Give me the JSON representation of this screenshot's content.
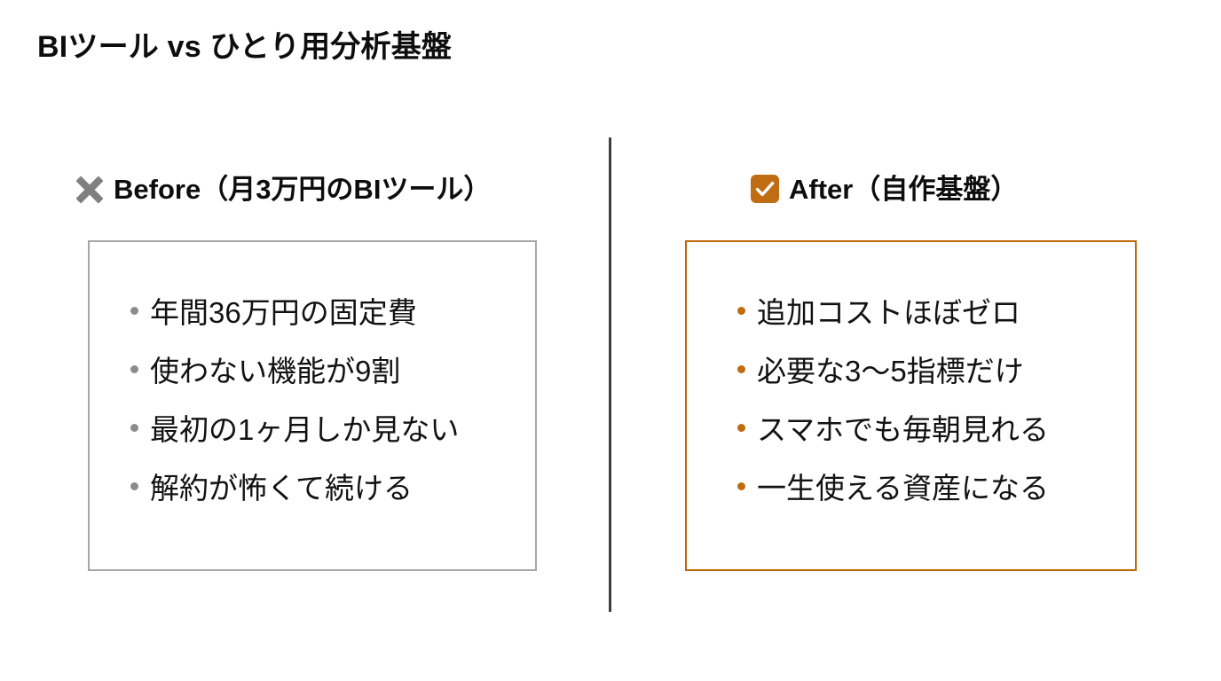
{
  "slide": {
    "title": "BIツール vs ひとり用分析基盤",
    "background_color": "#ffffff",
    "divider_color": "#3f3f3f"
  },
  "columns": {
    "before": {
      "icon": "x-mark-icon",
      "icon_color": "#808080",
      "heading": "Before（月3万円のBIツール）",
      "box_border_color": "#a6a6a6",
      "bullet_color": "#8c8c8c",
      "items": [
        "年間36万円の固定費",
        "使わない機能が9割",
        "最初の1ヶ月しか見ない",
        "解約が怖くて続ける"
      ]
    },
    "after": {
      "icon": "checkbox-checked-icon",
      "icon_color": "#c06c12",
      "heading": "After（自作基盤）",
      "box_border_color": "#c0650b",
      "bullet_color": "#c06c12",
      "items": [
        "追加コストほぼゼロ",
        "必要な3〜5指標だけ",
        "スマホでも毎朝見れる",
        "一生使える資産になる"
      ]
    }
  }
}
